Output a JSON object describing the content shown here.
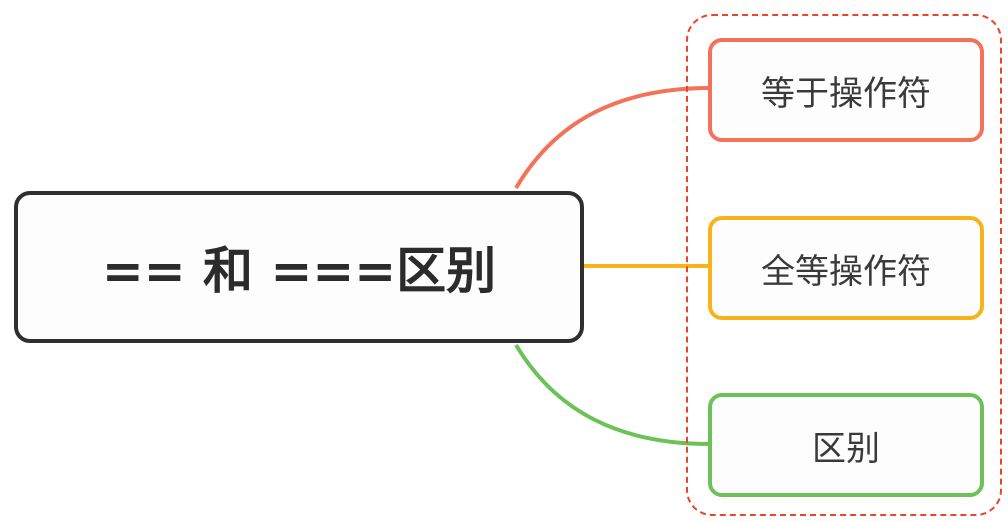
{
  "root": {
    "label": "== 和 ===区别",
    "border_color": "#2f2f2f"
  },
  "group_frame_color": "#e8452a",
  "children": [
    {
      "label": "等于操作符",
      "color": "#f4715a"
    },
    {
      "label": "全等操作符",
      "color": "#f7b318"
    },
    {
      "label": "区别",
      "color": "#6cc256"
    }
  ]
}
